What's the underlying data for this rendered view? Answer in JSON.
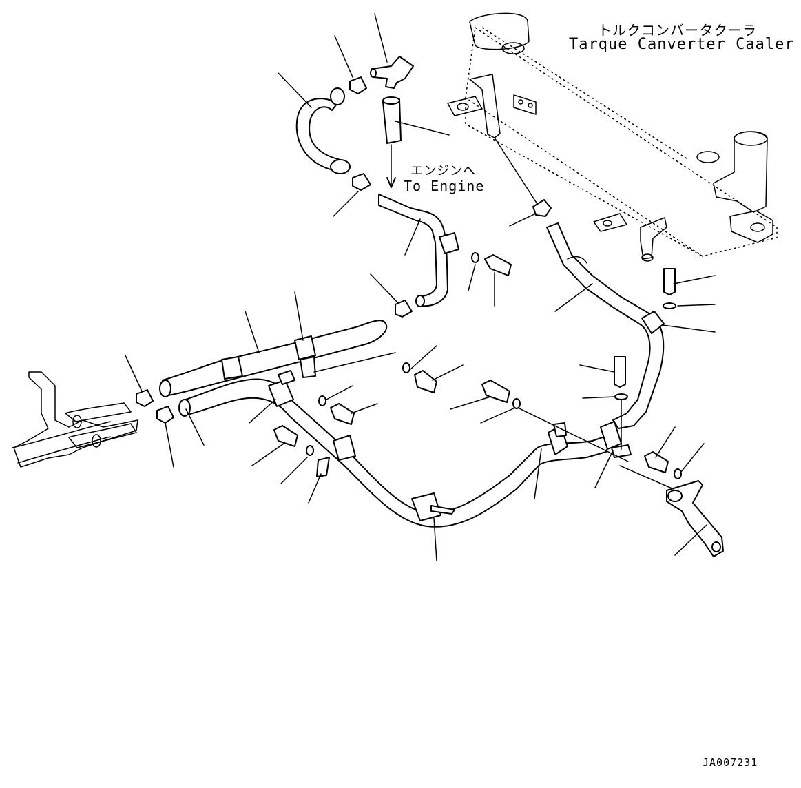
{
  "labels": {
    "cooler_jp": "トルクコンバータクーラ",
    "cooler_en": "Tarque Canverter Caaler",
    "engine_jp": "エンジンへ",
    "engine_en": "To Engine",
    "drawing_code": "JA007231"
  }
}
